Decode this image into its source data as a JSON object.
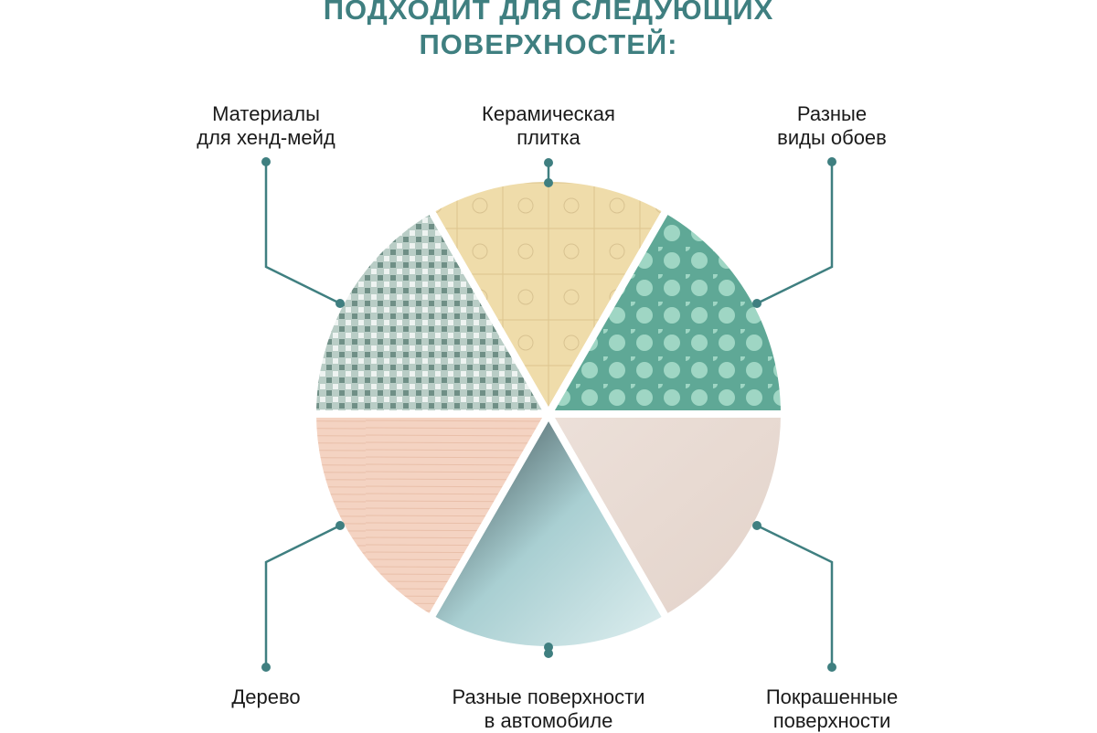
{
  "title": {
    "line1": "ПОДХОДИТ ДЛЯ СЛЕДУЮЩИХ",
    "line2": "ПОВЕРХНОСТЕЙ:"
  },
  "accent_color": "#3f7f80",
  "segments": [
    {
      "label_line1": "Материалы",
      "label_line2": "для хенд-мейд",
      "color": "#b9cdc6"
    },
    {
      "label_line1": "Керамическая",
      "label_line2": "плитка",
      "color": "#efdcaa"
    },
    {
      "label_line1": "Разные",
      "label_line2": "виды обоев",
      "color": "#7cbfab"
    },
    {
      "label_line1": "Покрашенные",
      "label_line2": "поверхности",
      "color": "#e9dad2"
    },
    {
      "label_line1": "Разные поверхности",
      "label_line2": "в автомобиле",
      "color": "#a9cfd2"
    },
    {
      "label_line1": "Дерево",
      "label_line2": "",
      "color": "#f4d3c2"
    }
  ]
}
